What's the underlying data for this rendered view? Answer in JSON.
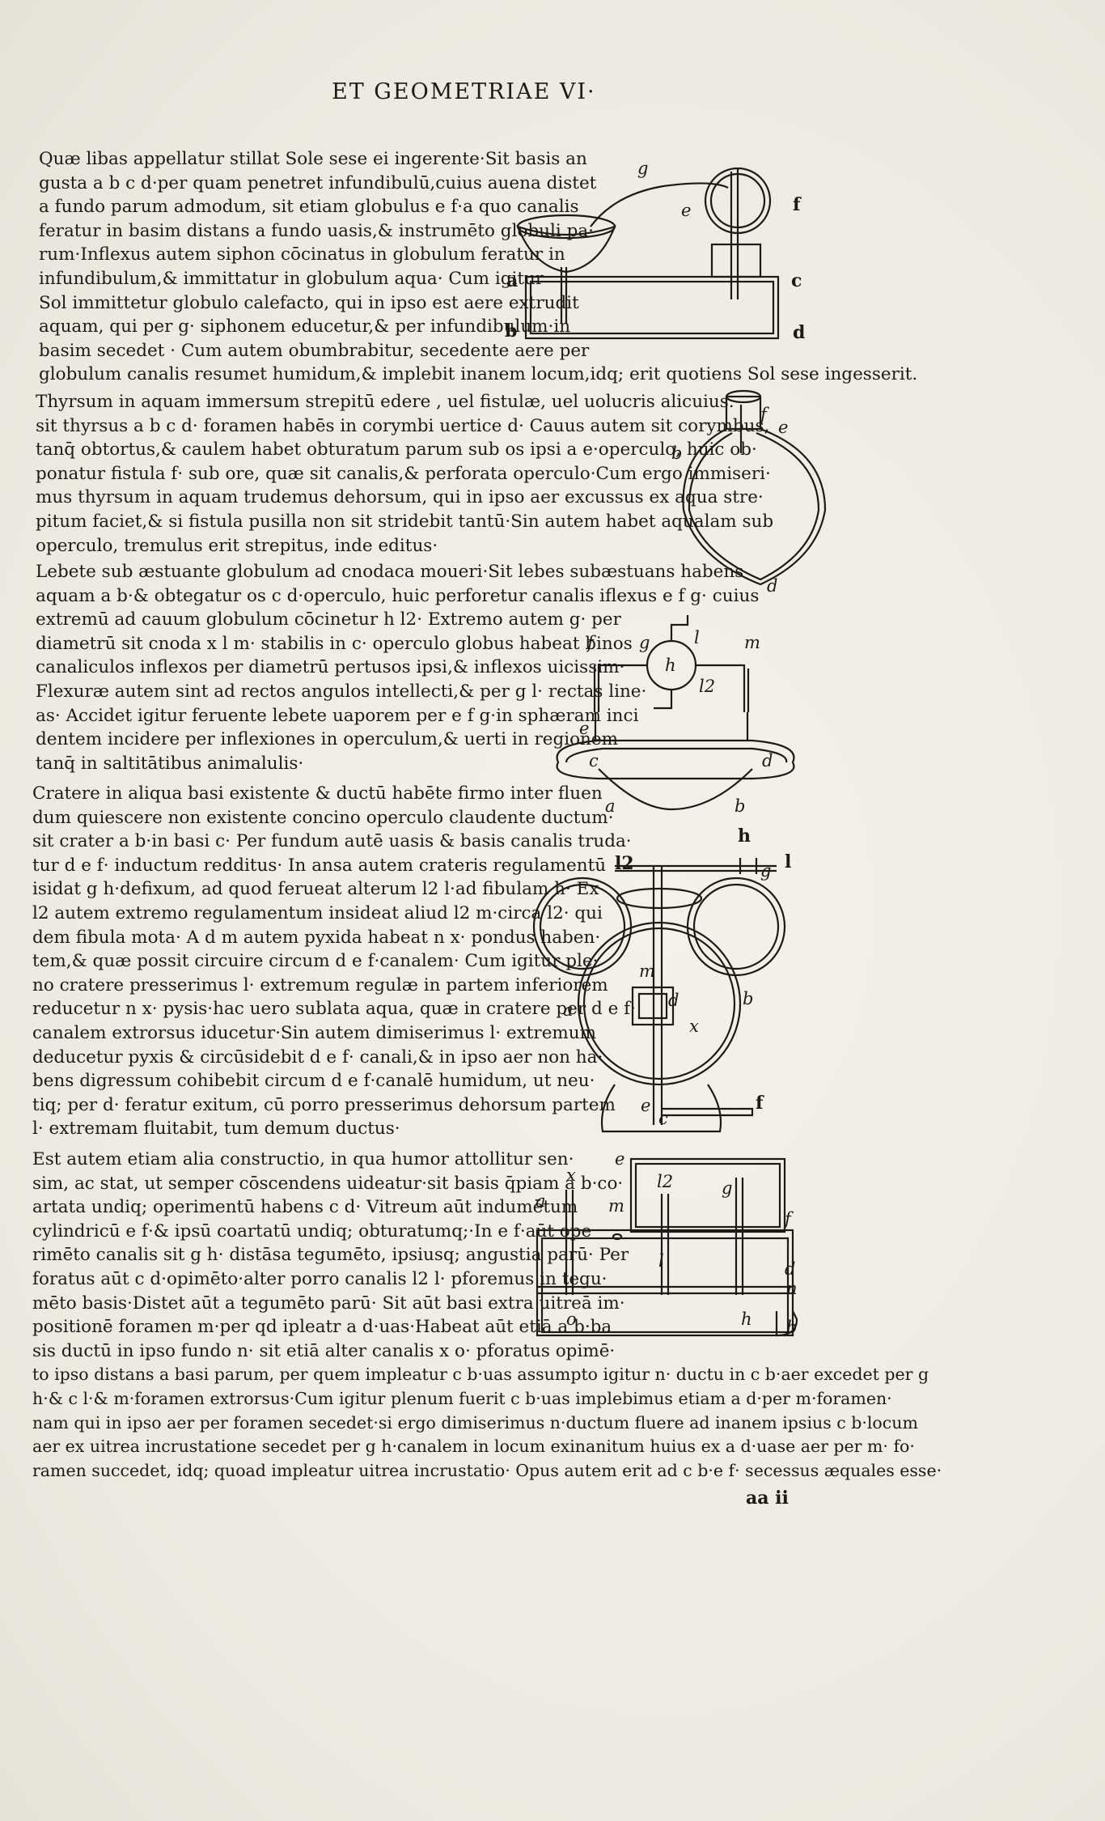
{
  "header": {
    "running_title": "ET GEOMETRIAE  VI·"
  },
  "signature": "aa ii",
  "paragraphs": [
    {
      "lines": [
        "Quæ libas appellatur stillat Sole sese ei ingerente·Sit basis an",
        "gusta a b c d·per quam penetret infundibulū,cuius auena distet",
        "a fundo parum admodum, sit etiam globulus e f·a quo canalis",
        "feratur in basim distans a fundo uasis,& instrumēto globuli pa·",
        "rum·Inflexus autem siphon cōcinatus in globulum feratur in",
        "infundibulum,& immittatur in globulum aqua· Cum igitur",
        "Sol immittetur globulo calefacto, qui in ipso est aere extrudit",
        "aquam, qui per g· siphonem educetur,& per infundibulum·in",
        "basim secedet · Cum autem obumbrabitur, secedente aere per",
        "globulum canalis resumet humidum,& implebit inanem locum,idq; erit quotiens Sol sese ingesserit."
      ]
    },
    {
      "lines": [
        "Thyrsum in aquam immersum strepitū edere , uel fistulæ, uel uolucris alicuius.",
        "sit thyrsus a b c d· foramen habēs in corymbi uertice d· Cauus autem sit corymbus,",
        "tanq̄ obtortus,& caulem habet obturatum parum sub os ipsi a e·operculo, huic ob·",
        "ponatur fistula f· sub ore, quæ sit canalis,& perforata operculo·Cum ergo immiseri·",
        "mus thyrsum in aquam trudemus dehorsum, qui in ipso aer excussus ex aqua stre·",
        "pitum faciet,& si fistula pusilla non sit stridebit tantū·Sin autem habet aqualam sub",
        "operculo, tremulus erit strepitus, inde editus·"
      ]
    },
    {
      "lines": [
        "Lebete sub æstuante globulum ad cnodaca moueri·Sit lebes subæstuans habens",
        "aquam a b·& obtegatur os c d·operculo, huic perforetur canalis iflexus e f g· cuius",
        "extremū ad cauum globulum cōcinetur h l2· Extremo autem g· per",
        "diametrū sit cnoda x l m· stabilis in c· operculo globus habeat binos",
        "canaliculos inflexos per diametrū pertusos ipsi,& inflexos uicissim·",
        "Flexuræ autem sint ad rectos angulos intellecti,& per g l· rectas line·",
        "as· Accidet igitur feruente lebete uaporem per e f g·in sphæram inci",
        "dentem incidere per inflexiones in operculum,& uerti in regionem",
        "tanq̄ in saltitātibus animalulis·"
      ]
    },
    {
      "lines": [
        "Cratere in aliqua basi existente & ductū habēte firmo inter fluen",
        "dum quiescere non existente concino operculo claudente ductum·",
        "sit crater a b·in basi c· Per fundum autē uasis & basis canalis truda·",
        "tur d e f· inductum redditus· In ansa autem crateris regulamentū",
        "isidat g h·defixum, ad quod ferueat alterum l2 l·ad fibulam h· Ex",
        "l2 autem extremo regulamentum insideat aliud l2 m·circa l2· qui",
        "dem fibula mota· A d m autem pyxida habeat n x· pondus haben·",
        "tem,& quæ possit circuire circum d e f·canalem· Cum igitur ple·",
        "no cratere presserimus l· extremum regulæ in partem inferiorem",
        "reducetur n x· pysis·hac uero sublata aqua, quæ in cratere per d e f·",
        "canalem extrorsus iducetur·Sin autem dimiserimus l· extremum",
        "deducetur pyxis & circūsidebit d e f· canali,& in ipso aer non ha·",
        "bens digressum cohibebit circum d e f·canalē humidum, ut neu·",
        "tiq; per d· feratur exitum, cū porro presserimus dehorsum partem",
        "l· extremam fluitabit, tum demum ductus·"
      ]
    },
    {
      "lines": [
        "Est autem etiam alia constructio, in qua humor attollitur sen·",
        "sim, ac stat, ut semper cōscendens uideatur·sit basis q̄piam a b·co·",
        "artata undiq; operimentū habens c d· Vitreum aūt indumētum",
        "cylindricū e f·& ipsū coartatū undiq; obturatumq;·In e f·aūt ope",
        "rimēto canalis sit g h· distāsa tegumēto, ipsiusq; angustia parū· Per",
        "foratus aūt c d·opimēto·alter porro canalis l2 l· pforemus in tegu·",
        "mēto basis·Distet aūt a tegumēto parū· Sit aūt basi extra uitreā im·",
        "positionē foramen m·per qd ipleatr a d·uas·Habeat aūt etiā a b·ba",
        "sis ductū in ipso fundo n· sit etiā alter canalis x o· pforatus opimē·",
        "to ipso distans a basi parum, per quem impleatur c b·uas assumpto igitur n· ductu in c b·aer excedet per g",
        "h·& c l·& m·foramen extrorsus·Cum igitur plenum fuerit c b·uas implebimus etiam a d·per m·foramen·",
        "nam qui in ipso aer per foramen secedet·si ergo dimiserimus n·ductum fluere ad inanem ipsius c b·locum",
        "aer ex uitrea incrustatione secedet per g h·canalem in locum exinanitum huius ex a d·uase aer per m· fo·",
        "ramen succedet, idq; quoad impleatur uitrea incrustatio· Opus autem erit ad c b·e f· secessus æquales esse·"
      ]
    }
  ],
  "figures": {
    "fig1": {
      "labels": [
        "g",
        "e",
        "f",
        "a",
        "c",
        "b",
        "d"
      ]
    },
    "fig2": {
      "labels": [
        "f",
        "b",
        "e",
        "d"
      ]
    },
    "fig3": {
      "labels": [
        "f",
        "g",
        "l",
        "m",
        "h",
        "l2",
        "e",
        "c",
        "d",
        "a",
        "b"
      ]
    },
    "fig4": {
      "labels": [
        "h",
        "l2",
        "g",
        "l",
        "m",
        "a",
        "b",
        "d",
        "x",
        "f",
        "c",
        "e"
      ]
    },
    "fig5": {
      "labels": [
        "e",
        "x",
        "l2",
        "g",
        "a",
        "m",
        "f",
        "l",
        "d",
        "n",
        "o",
        "h",
        "b"
      ]
    }
  },
  "colors": {
    "paper": "#efece4",
    "ink": "#1c1a17"
  }
}
